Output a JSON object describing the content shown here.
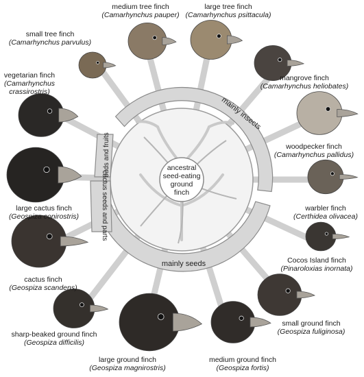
{
  "center": {
    "line1": "ancestral",
    "line2": "seed-eating",
    "line3": "ground",
    "line4": "finch"
  },
  "diet_groups": {
    "insects": "mainly insects",
    "buds": "buds and fruits",
    "cactus": "cactus seeds and parts",
    "seeds": "mainly seeds"
  },
  "finches": [
    {
      "common": "medium tree finch",
      "scientific": "(Camarhynchus pauper)",
      "color": "#8a7a66"
    },
    {
      "common": "large tree finch",
      "scientific": "(Camarhynchus psittacula)",
      "color": "#9b8a70"
    },
    {
      "common": "small tree finch",
      "scientific": "(Camarhynchus parvulus)",
      "color": "#7a6a55"
    },
    {
      "common": "mangrove finch",
      "scientific": "(Camarhynchus heliobates)",
      "color": "#4a4440"
    },
    {
      "common": "vegetarian finch",
      "scientific": "(Camarhynchus crassirostris)",
      "color": "#2a2826"
    },
    {
      "common": "woodpecker finch",
      "scientific": "(Camarhynchus pallidus)",
      "color": "#b8b0a4"
    },
    {
      "common": "warbler finch",
      "scientific": "(Certhidea olivacea)",
      "color": "#6a6258"
    },
    {
      "common": "large cactus finch",
      "scientific": "(Geospiza conirostris)",
      "color": "#262422"
    },
    {
      "common": "Cocos Island finch",
      "scientific": "(Pinaroloxias inornata)",
      "color": "#3a3632"
    },
    {
      "common": "cactus finch",
      "scientific": "(Geospiza scandens)",
      "color": "#3a3430"
    },
    {
      "common": "small ground finch",
      "scientific": "(Geospiza fuliginosa)",
      "color": "#3e3834"
    },
    {
      "common": "sharp-beaked ground finch",
      "scientific": "(Geospiza difficilis)",
      "color": "#34302c"
    },
    {
      "common": "large ground finch",
      "scientific": "(Geospiza magnirostris)",
      "color": "#2e2a27"
    },
    {
      "common": "medium ground finch",
      "scientific": "(Geospiza fortis)",
      "color": "#302c29"
    }
  ]
}
